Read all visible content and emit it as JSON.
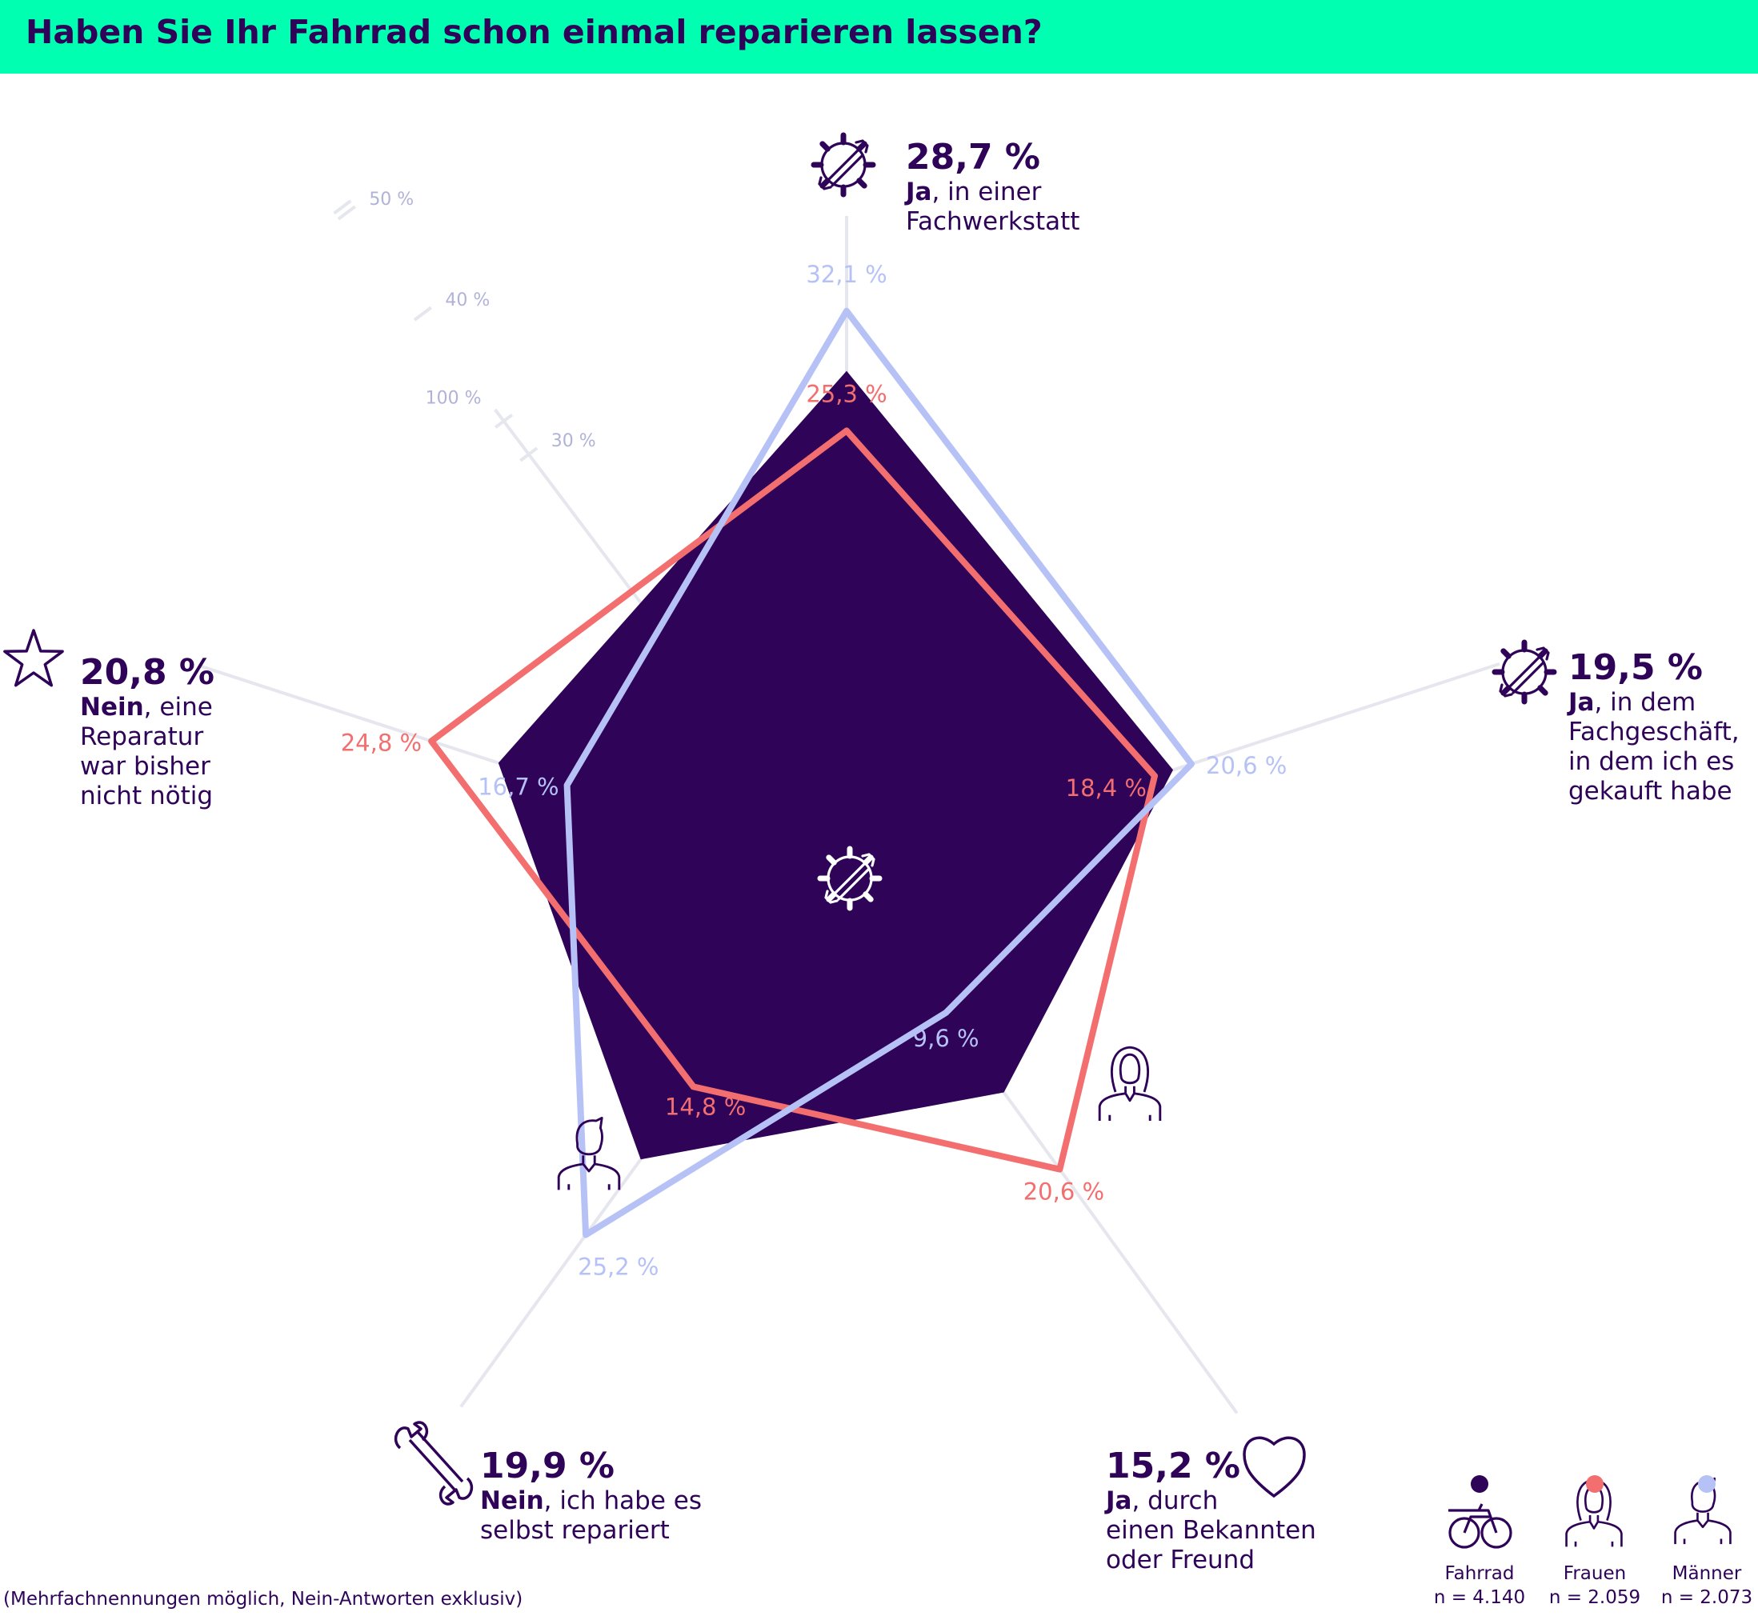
{
  "title": "Haben Sie Ihr Fahrrad schon einmal reparieren lassen?",
  "footnote": "(Mehrfachnennungen möglich, Nein-Antworten exklusiv)",
  "colors": {
    "accent_bar": "#00ffb0",
    "fahrrad": "#2e0358",
    "frauen": "#f36f6f",
    "maenner": "#b6c2f6",
    "grid": "#e6e6ee"
  },
  "scale_labels": [
    "30 %",
    "40 %",
    "50 %",
    "100 %"
  ],
  "categories": [
    {
      "id": "fachwerkstatt",
      "pct": "28,7 %",
      "bold": "Ja",
      "rest": ", in einer",
      "lines": [
        "Fachwerkstatt"
      ],
      "icon": "gear-wrench-icon"
    },
    {
      "id": "fachgeschaeft",
      "pct": "19,5 %",
      "bold": "Ja",
      "rest": ", in dem",
      "lines": [
        "Fachgeschäft,",
        "in dem ich es",
        "gekauft habe"
      ],
      "icon": "gear-wrench-icon"
    },
    {
      "id": "bekannte",
      "pct": "15,2 %",
      "bold": "Ja",
      "rest": ", durch",
      "lines": [
        "einen Bekannten",
        "oder Freund"
      ],
      "icon": "heart-icon"
    },
    {
      "id": "selbst",
      "pct": "19,9 %",
      "bold": "Nein",
      "rest": ", ich habe es",
      "lines": [
        "selbst repariert"
      ],
      "icon": "wrench-icon"
    },
    {
      "id": "nicht-noetig",
      "pct": "20,8 %",
      "bold": "Nein",
      "rest": ", eine",
      "lines": [
        "Reparatur",
        "war bisher",
        "nicht nötig"
      ],
      "icon": "star-icon"
    }
  ],
  "chart_data": {
    "type": "radar",
    "title": "Haben Sie Ihr Fahrrad schon einmal reparieren lassen?",
    "axes": [
      "Ja, in einer Fachwerkstatt",
      "Ja, in dem Fachgeschäft, in dem ich es gekauft habe",
      "Ja, durch einen Bekannten oder Freund",
      "Nein, ich habe es selbst repariert",
      "Nein, eine Reparatur war bisher nicht nötig"
    ],
    "scale_ticks": [
      30,
      40,
      50,
      100
    ],
    "series": [
      {
        "name": "Fahrrad",
        "n": "n = 4.140",
        "values": [
          28.7,
          19.5,
          15.2,
          19.9,
          20.8
        ],
        "labels": [
          "28,7 %",
          "19,5 %",
          "15,2 %",
          "19,9 %",
          "20,8 %"
        ]
      },
      {
        "name": "Frauen",
        "n": "n = 2.059",
        "values": [
          25.3,
          18.4,
          20.6,
          14.8,
          24.8
        ],
        "labels": [
          "25,3 %",
          "18,4 %",
          "20,6 %",
          "14,8 %",
          "24,8 %"
        ]
      },
      {
        "name": "Männer",
        "n": "n = 2.073",
        "values": [
          32.1,
          20.6,
          9.6,
          25.2,
          16.7
        ],
        "labels": [
          "32,1 %",
          "20,6 %",
          "9,6 %",
          "25,2 %",
          "16,7 %"
        ]
      }
    ]
  }
}
